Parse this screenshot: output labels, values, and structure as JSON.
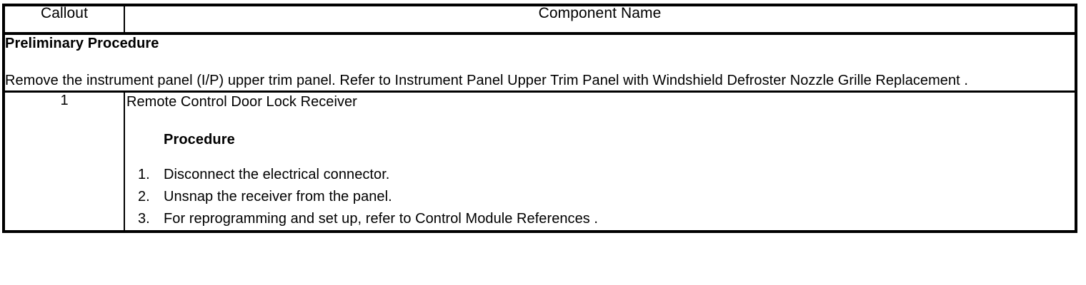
{
  "table": {
    "header": {
      "callout_label": "Callout",
      "component_label": "Component Name"
    },
    "preliminary": {
      "title": "Preliminary Procedure",
      "body": "Remove the instrument panel (I/P) upper trim panel. Refer to Instrument Panel Upper Trim Panel with Windshield Defroster Nozzle Grille Replacement ."
    },
    "rows": [
      {
        "callout": "1",
        "component_name": "Remote Control Door Lock Receiver",
        "procedure_heading": "Procedure",
        "steps": [
          {
            "marker": "1.",
            "text": "Disconnect the electrical connector."
          },
          {
            "marker": "2.",
            "text": "Unsnap the receiver from the panel."
          },
          {
            "marker": "3.",
            "text": "For reprogramming and set up, refer to Control Module References ."
          }
        ]
      }
    ]
  },
  "colors": {
    "border": "#000000",
    "text": "#000000",
    "background": "#ffffff"
  }
}
